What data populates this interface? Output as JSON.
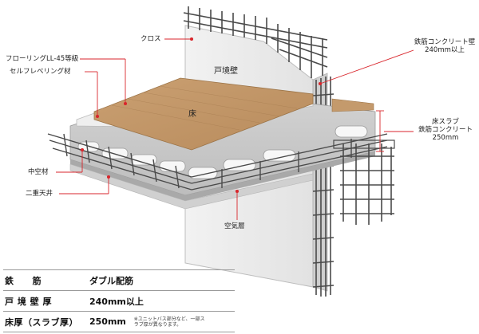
{
  "labels": {
    "cloth": "クロス",
    "flooring": "フローリングLL-45等級",
    "self_leveling": "セルフレベリング材",
    "wall_title": "戸境壁",
    "floor_title": "床",
    "hollow": "中空材",
    "double_ceiling": "二重天井",
    "air_layer": "空気層",
    "rc_wall_line1": "鉄筋コンクリート壁",
    "rc_wall_line2": "240mm以上",
    "slab_line1": "床スラブ",
    "slab_line2": "鉄筋コンクリート",
    "slab_line3": "250mm"
  },
  "spec_table": [
    {
      "key": "鉄　　筋",
      "value": "ダブル配筋",
      "note": ""
    },
    {
      "key": "戸 境 壁 厚",
      "value": "240mm以上",
      "note": ""
    },
    {
      "key": "床厚（スラブ厚）",
      "value": "250mm",
      "note": "※ユニットバス部分など、一部スラブ厚が異なります。"
    }
  ],
  "colors": {
    "leader": "#d9262c",
    "wood": "#c49a6c",
    "concrete": "#e4e4e4",
    "rebar": "#4a4a4a"
  }
}
